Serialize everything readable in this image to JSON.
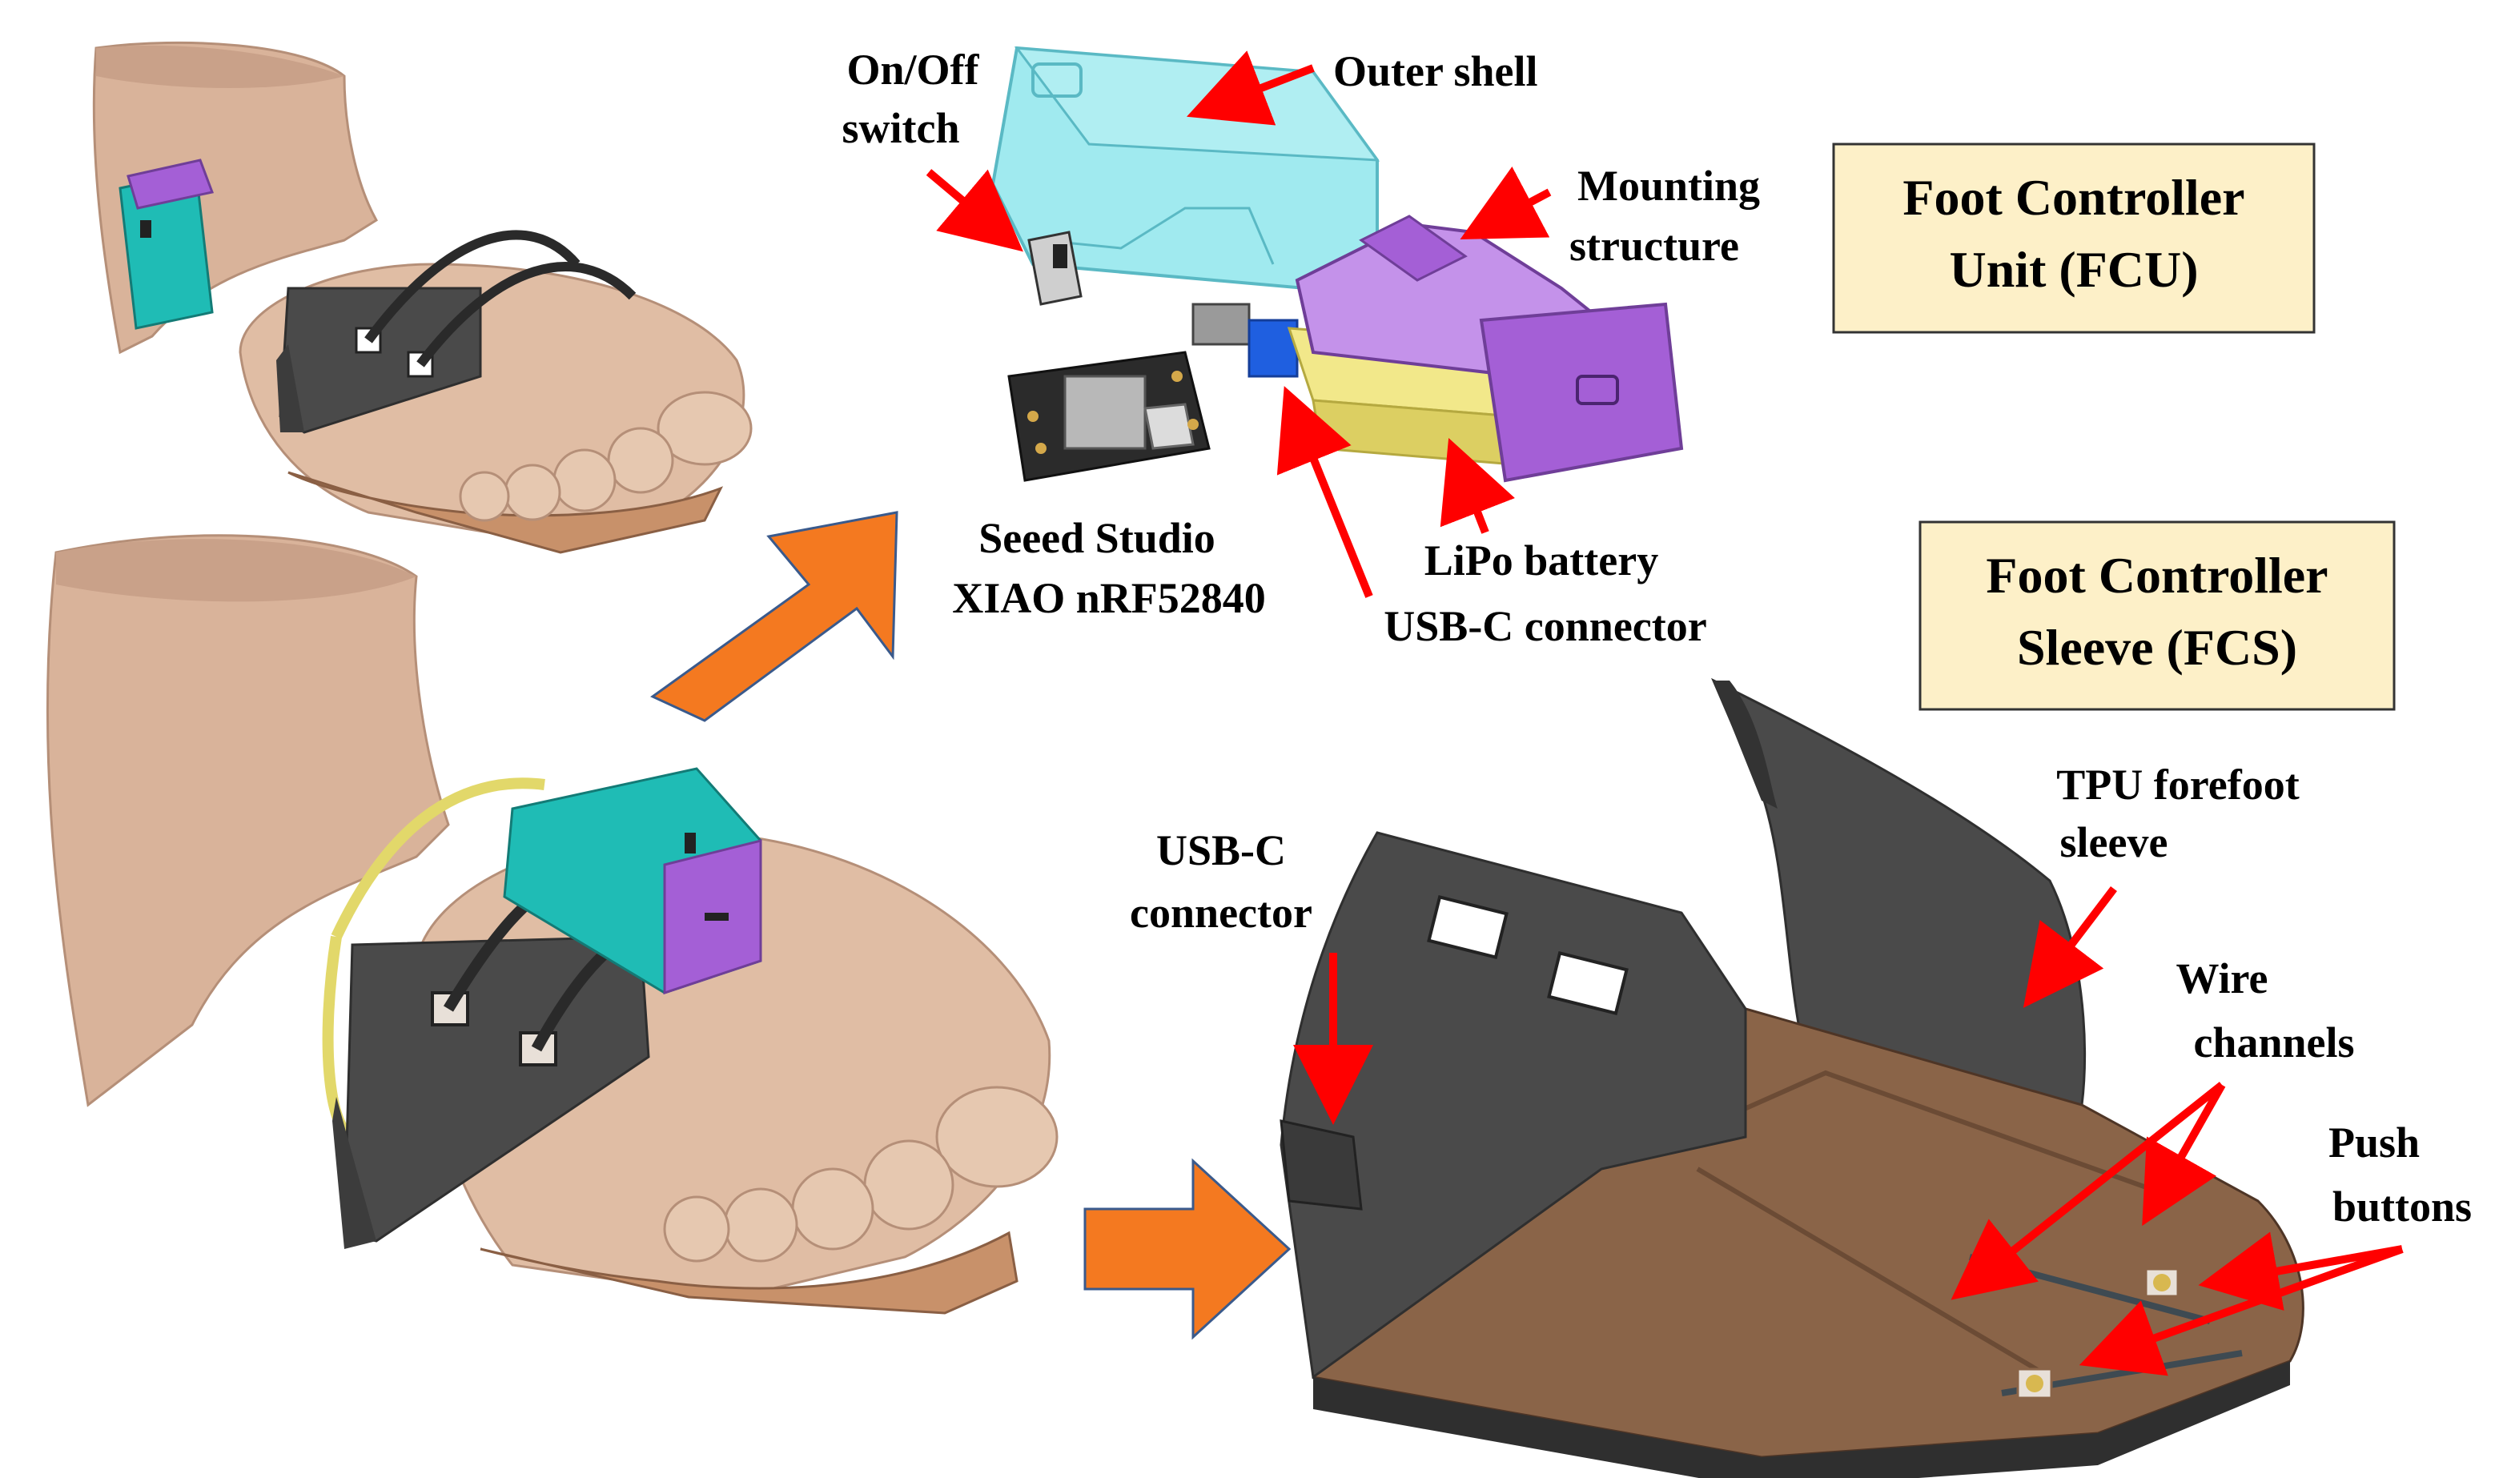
{
  "boxes": {
    "fcu": {
      "line1": "Foot Controller",
      "line2": "Unit (FCU)"
    },
    "fcs": {
      "line1": "Foot Controller",
      "line2": "Sleeve (FCS)"
    }
  },
  "labels": {
    "on_off_switch": {
      "line1": "On/Off",
      "line2": "switch"
    },
    "outer_shell": "Outer shell",
    "mounting_structure": {
      "line1": "Mounting",
      "line2": "structure"
    },
    "seeed": {
      "line1": "Seeed Studio",
      "line2": "XIAO nRF52840"
    },
    "lipo_battery": "LiPo battery",
    "usbc_connector_top": "USB-C connector",
    "usbc_connector_side": {
      "line1": "USB-C",
      "line2": "connector"
    },
    "tpu_sleeve": {
      "line1": "TPU forefoot",
      "line2": "sleeve"
    },
    "wire_channels": {
      "line1": "Wire",
      "line2": "channels"
    },
    "push_buttons": {
      "line1": "Push",
      "line2": "buttons"
    }
  },
  "colors": {
    "annotation_arrow": "#ff0000",
    "flow_arrow": "#f47920",
    "flow_arrow_outline": "#3a5a8c",
    "label_box_fill": "#fdf0c8",
    "label_box_stroke": "#333333",
    "skin": "#d9b39a",
    "sleeve_dark": "#4a4a4a",
    "insole": "#c8916a",
    "shell_teal": "#1fbcb5",
    "shell_transparent": "#8fe6ec",
    "mount_purple": "#a45fd6",
    "battery_yellow": "#f2e88a",
    "wire_yellow": "#e2d86a"
  },
  "icons": {
    "flow_arrow_up": "orange-diagonal-arrow-icon",
    "flow_arrow_right": "orange-right-arrow-icon"
  }
}
